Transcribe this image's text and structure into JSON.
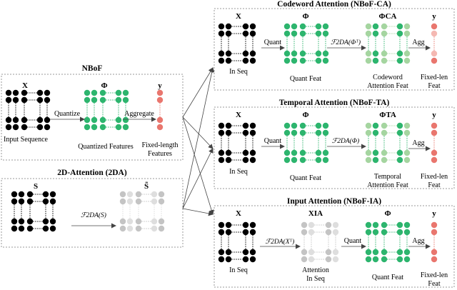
{
  "colors": {
    "black": "#000000",
    "green": "#2db56e",
    "light_green": "#a5d5a0",
    "gray": "#c4c4c4",
    "light_gray": "#dedede",
    "salmon": "#e9766e",
    "light_salmon": "#f4b8b2",
    "panel_border": "#999999"
  },
  "nbof": {
    "title": "NBoF",
    "x_symbol": "X",
    "phi_symbol": "Φ",
    "y_symbol": "y",
    "quantize_label": "Quantize",
    "aggregate_label": "Aggregate",
    "input_label": "Input Sequence",
    "quant_label": "Quantized Features",
    "output_label_1": "Fixed-length",
    "output_label_2": "Features"
  },
  "two_da": {
    "title": "2D-Attention (2DA)",
    "s_symbol": "S",
    "s_tilde_symbol": "S̃",
    "op_label": "ℱ2DA(S)"
  },
  "codeword": {
    "title": "Codeword Attention (NBoF-CA)",
    "x_symbol": "X",
    "phi_symbol": "Φ",
    "phi_ca_symbol": "ΦCA",
    "y_symbol": "y",
    "quant_label": "Quant",
    "op_label": "ℱ2DA(Φᵀ)",
    "agg_label": "Agg",
    "in_label": "In Seq",
    "quant_feat_label": "Quant Feat",
    "att_label_1": "Codeword",
    "att_label_2": "Attention Feat",
    "out_label_1": "Fixed-len",
    "out_label_2": "Feat"
  },
  "temporal": {
    "title": "Temporal Attention (NBoF-TA)",
    "x_symbol": "X",
    "phi_symbol": "Φ",
    "phi_ta_symbol": "ΦTA",
    "y_symbol": "y",
    "quant_label": "Quant",
    "op_label": "ℱ2DA(Φ)",
    "agg_label": "Agg",
    "in_label": "In Seq",
    "quant_feat_label": "Quant Feat",
    "att_label_1": "Temporal",
    "att_label_2": "Attention Feat",
    "out_label_1": "Fixed-len",
    "out_label_2": "Feat"
  },
  "input_att": {
    "title": "Input Attention (NBoF-IA)",
    "x_symbol": "X",
    "x_ia_symbol": "XIA",
    "phi_symbol": "Φ",
    "y_symbol": "y",
    "op_label": "ℱ2DA(Xᵀ)",
    "quant_label": "Quant",
    "agg_label": "Agg",
    "in_label": "In Seq",
    "att_label_1": "Attention",
    "att_label_2": "In Seq",
    "quant_feat_label": "Quant Feat",
    "out_label_1": "Fixed-len",
    "out_label_2": "Feat"
  }
}
